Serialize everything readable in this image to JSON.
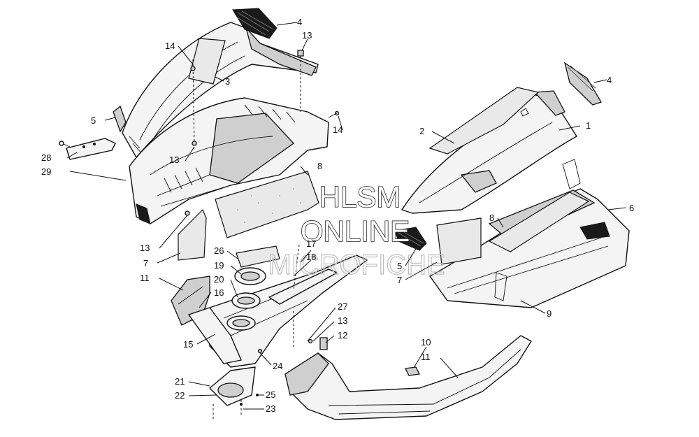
{
  "watermark": {
    "line1": "HLSM",
    "line2": "ONLINE",
    "line3": "MICROFICHE"
  },
  "callouts": {
    "c1": "1",
    "c2": "2",
    "c3": "3",
    "c4a": "4",
    "c4b": "4",
    "c5a": "5",
    "c5b": "5",
    "c6": "6",
    "c7a": "7",
    "c7b": "7",
    "c8a": "8",
    "c8b": "8",
    "c9": "9",
    "c10": "10",
    "c11a": "11",
    "c11b": "11",
    "c12": "12",
    "c13a": "13",
    "c13b": "13",
    "c13c": "13",
    "c13d": "13",
    "c14a": "14",
    "c14b": "14",
    "c15": "15",
    "c16": "16",
    "c17": "17",
    "c18": "18",
    "c19": "19",
    "c20": "20",
    "c21": "21",
    "c22": "22",
    "c23": "23",
    "c24": "24",
    "c25": "25",
    "c26": "26",
    "c27": "27",
    "c28": "28",
    "c29": "29"
  }
}
